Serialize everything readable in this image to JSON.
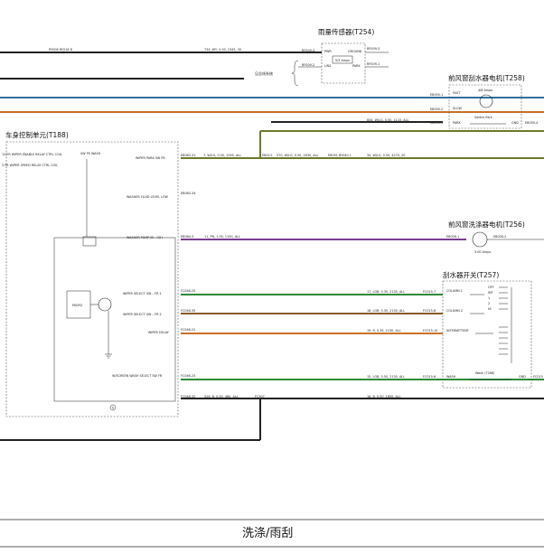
{
  "colors": {
    "wire_black": "#222222",
    "wire_blue": "#2f6f9f",
    "wire_orange": "#c8702a",
    "wire_olive": "#6b7a2a",
    "wire_purple": "#7a3d8f",
    "wire_green": "#2e8b3a",
    "wire_brown": "#8a5a2b"
  },
  "footer": {
    "title": "洗涤/雨刮"
  },
  "rain_sensor": {
    "title": "雨量传感器(T254)",
    "pins": {
      "pwr": "PWR",
      "ground": "GROUND",
      "lin2": "LIN2",
      "park": "PARK",
      "s3": "S/3 Amps"
    },
    "connectors": [
      "RF009-4",
      "RF009-2",
      "RF009-3",
      "RF009-1"
    ],
    "wire_left": "RY008 RF018 B",
    "wire_right": "734, WY, 0.50, 2345, 30"
  },
  "bus_note": "见总线系统",
  "wiper_motor": {
    "title": "前风窗刮水器电机(T258)",
    "pins": {
      "fast": "FAST",
      "slow": "SLOW",
      "park": "PARK",
      "gnd": "GND",
      "amps": "4/8 Amps",
      "switch": "Switch-Park"
    },
    "connectors": [
      "EB050-1",
      "EB050-2",
      "EB050-3",
      "EB050-4"
    ],
    "park_wire": "844, W/LG, 0.50, 1115, ALL"
  },
  "bcm": {
    "title": "车身控制单元(T188)",
    "left_labels": [
      "12 FR WIPER ENABLE RELAY CTRL COIL",
      "3 FR WIPER SPEED RELAY CTRL COIL"
    ],
    "relay_label": "SW FR WASH",
    "micro": "MICRO",
    "pins": [
      "WIPER PARK SW FR",
      "WASHER FLUID LEVEL LOW",
      "WASHER PUMP IB – CX I",
      "WIPER SELECT SW – FR 1",
      "WIPER SELECT SW – FR 2",
      "WIPER DELAY",
      "W/SCREEN WASH SELECT SW FR",
      "FC046-32"
    ],
    "connectors": [
      "EB063-31",
      "EB063-34",
      "EB064-3",
      "FC046-25",
      "FC046-35",
      "FC046-22",
      "FC046-23"
    ],
    "ground_mark": "G"
  },
  "wires": {
    "park": [
      "7, W/LG, 0.50, 1095, ALL",
      "EB513",
      "570, W/LG, 0.50, 1630, ALL",
      "EB051 BY040 1",
      "34, W/LG, 0.50, 4270, 20"
    ],
    "pump": "11, PN, 1.00, 1150, ALL",
    "sel1": "17, LGB, 0.35, 2130, ALL",
    "sel2": "18, LGB, 0.35, 2130, ALL",
    "delay": "19, R, 0.35, 2130, ALL",
    "wash": "15, LGB, 0.50, 2130, ALL",
    "bottom": [
      "526, B, 0.50, 480, ALL",
      "FC507",
      "16, B, 0.50, 1650, ALL"
    ]
  },
  "washer_pump": {
    "title": "前风窗洗涤器电机(T256)",
    "connectors": [
      "EB026-1",
      "EB026-2"
    ],
    "amps": "3.00 Amps"
  },
  "wiper_switch": {
    "title": "刮水器开关(T257)",
    "pins": [
      "COLUMN 1",
      "COLUMN 2",
      "INTERMITTENT",
      "WASH",
      "GND"
    ],
    "connectors": [
      "FC015-7",
      "FC015-8",
      "FC015-10",
      "FC015-6",
      "FC015"
    ],
    "wash_label": "Wash (T266)",
    "mini": [
      "OFF",
      "INT",
      "1",
      "2",
      "HI"
    ]
  }
}
